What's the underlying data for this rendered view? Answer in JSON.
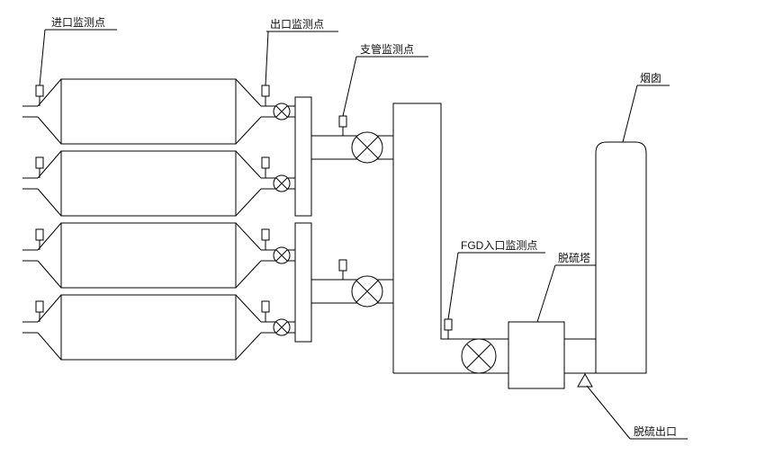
{
  "diagram": {
    "type": "process-flow-diagram",
    "background": "#ffffff",
    "line_color": "#000000",
    "text_color": "#111111"
  },
  "labels": {
    "inlet_monitor": "进口监测点",
    "outlet_monitor": "出口监测点",
    "branch_monitor": "支管监测点",
    "fgd_inlet_monitor": "FGD入口监测点",
    "tower": "脱硫塔",
    "chimney": "烟囱",
    "desulf_outlet": "脱硫出口"
  },
  "icons": {
    "sensor": "monitor-sensor-icon",
    "fan": "circle-x-fan-icon",
    "outlet_marker": "triangle-marker-icon"
  }
}
